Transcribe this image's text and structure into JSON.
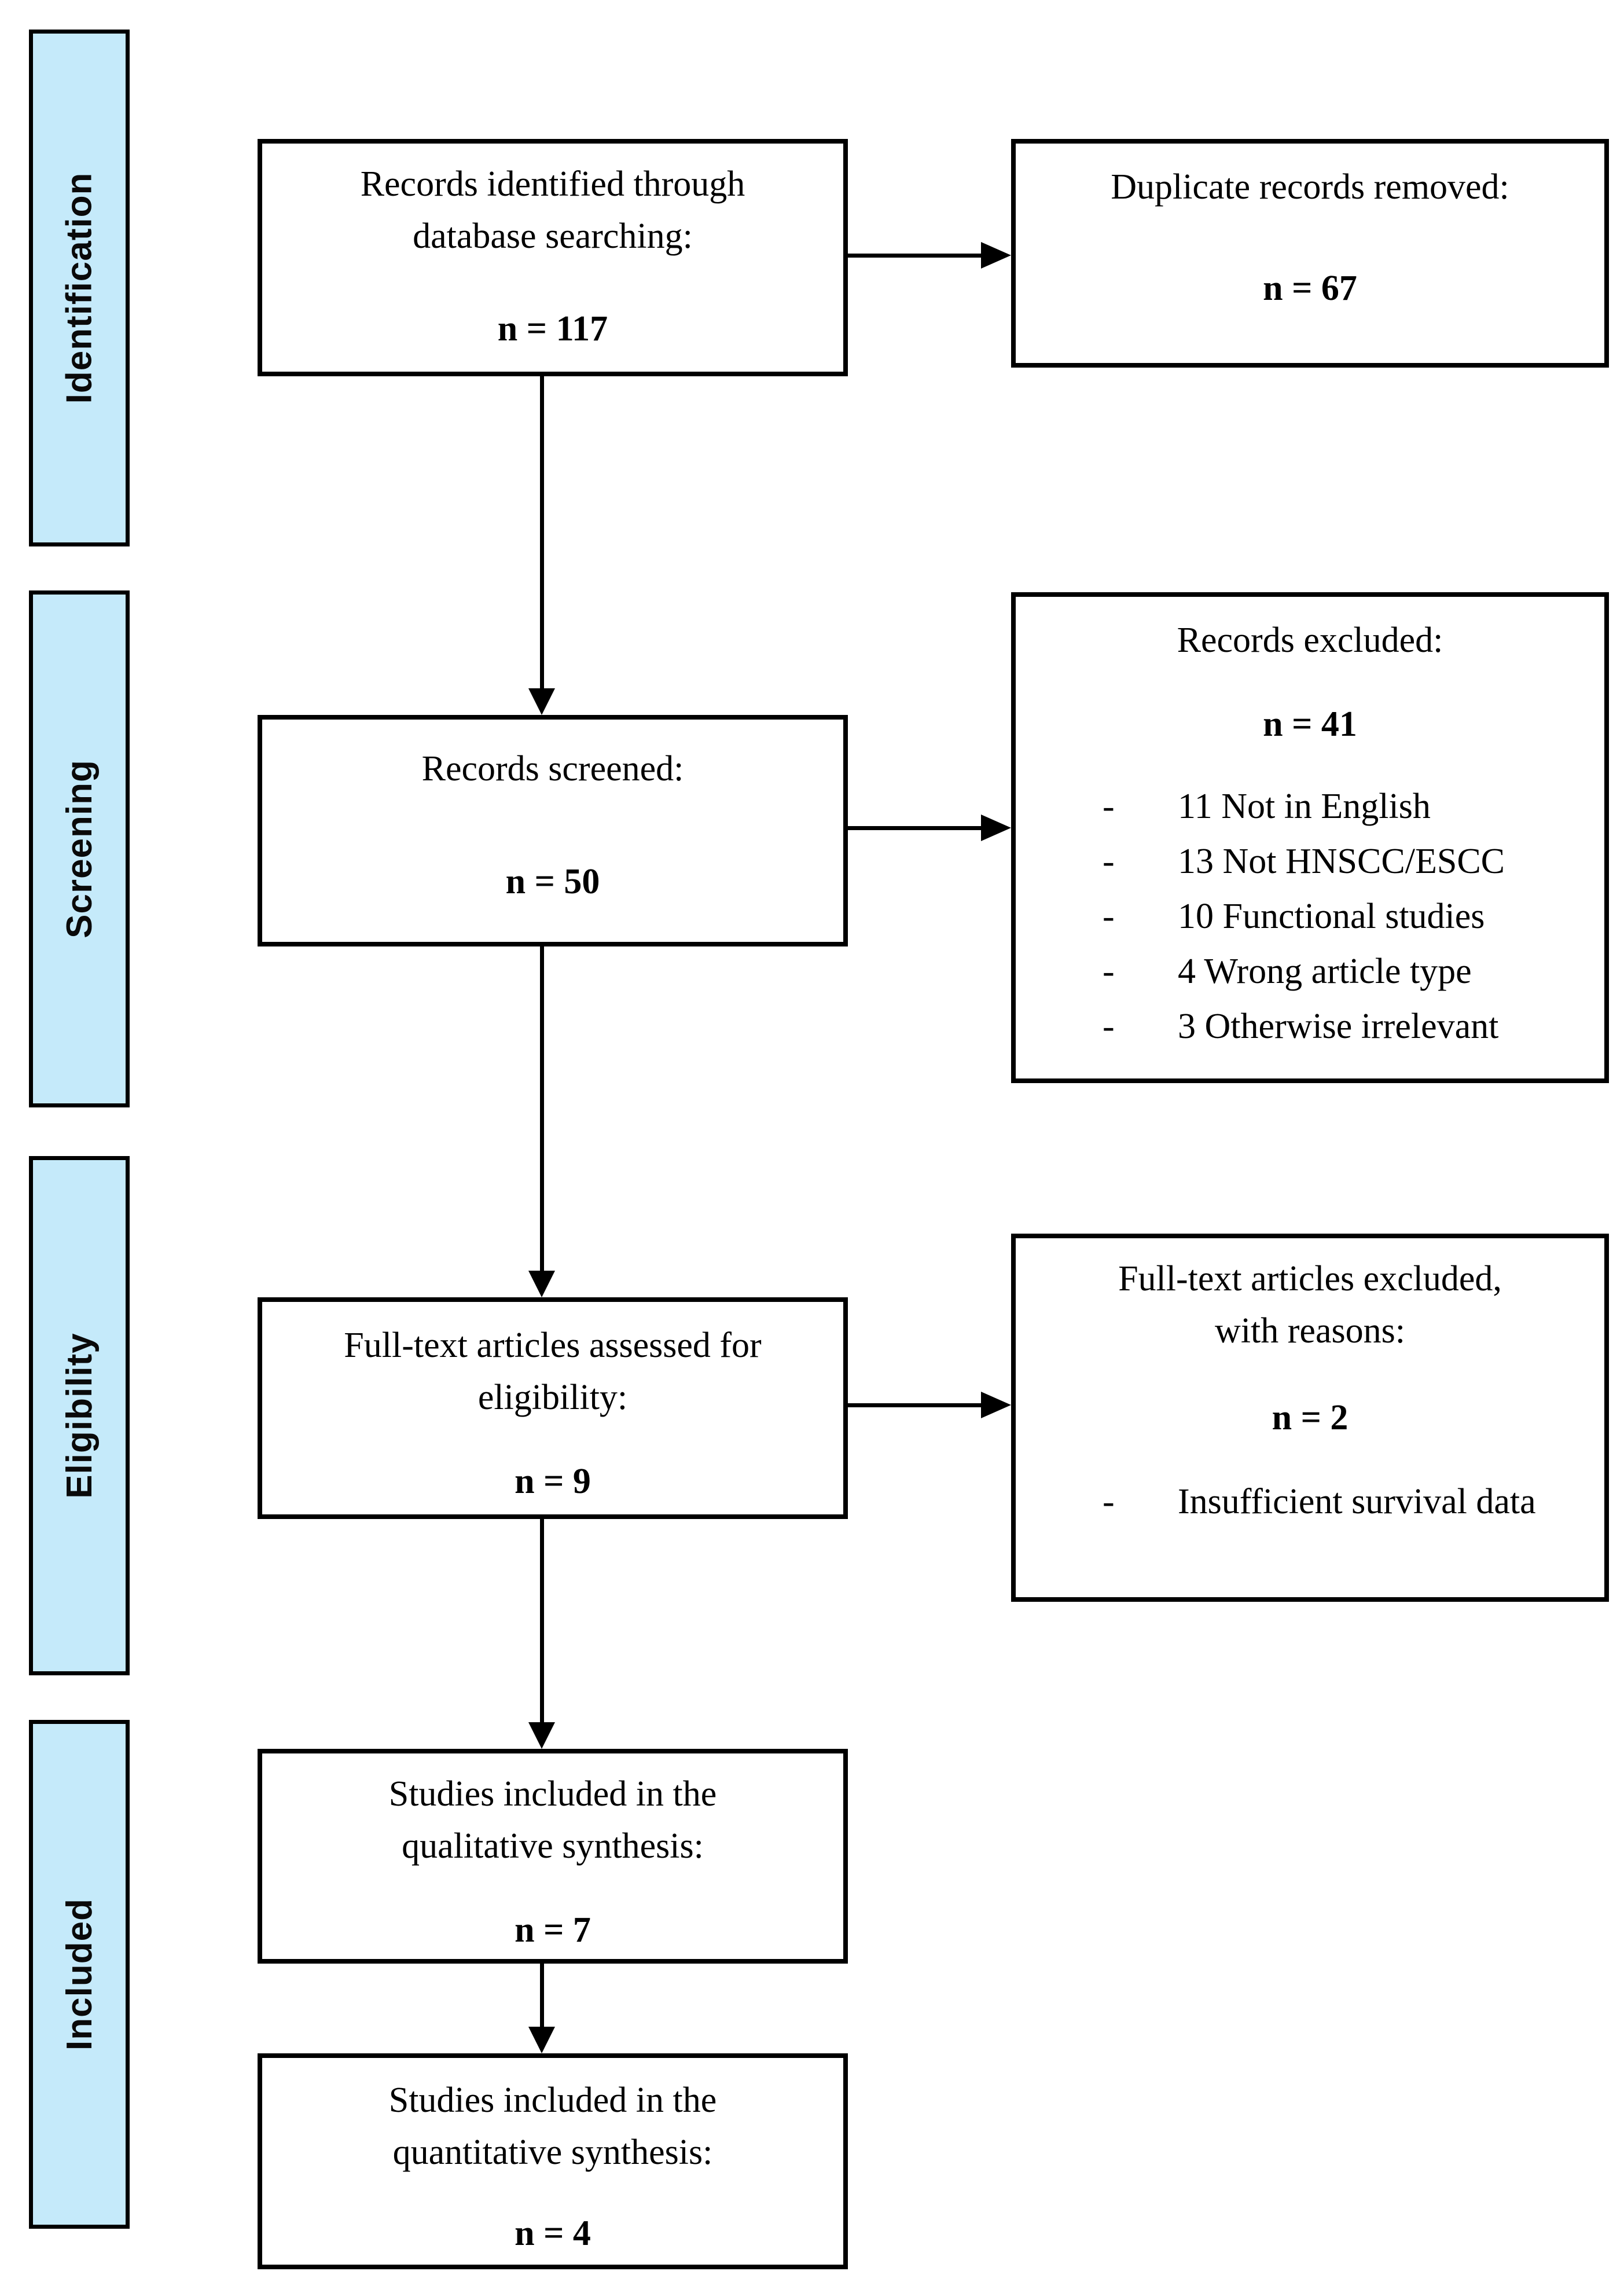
{
  "sidebar": {
    "fill_color": "#c5eafa",
    "stages": [
      {
        "label": "Identification"
      },
      {
        "label": "Screening"
      },
      {
        "label": "Eligibility"
      },
      {
        "label": "Included"
      }
    ]
  },
  "flow": {
    "bullet": "-",
    "identified": {
      "line1": "Records identified through",
      "line2": "database searching:",
      "n_label": "n = 117"
    },
    "duplicates_removed": {
      "line1": "Duplicate records removed:",
      "n_label": "n = 67"
    },
    "screened": {
      "line1": "Records screened:",
      "n_label": "n = 50"
    },
    "records_excluded": {
      "line1": "Records excluded:",
      "n_label": "n = 41",
      "reasons": [
        "11 Not in English",
        "13 Not HNSCC/ESCC",
        "10 Functional studies",
        "4 Wrong article type",
        "3 Otherwise irrelevant"
      ]
    },
    "fulltext_assessed": {
      "line1": "Full-text articles assessed for",
      "line2": "eligibility:",
      "n_label": "n = 9"
    },
    "fulltext_excluded": {
      "line1": "Full-text articles excluded,",
      "line2": "with reasons:",
      "n_label": "n = 2",
      "reasons": [
        "Insufficient survival data"
      ]
    },
    "qualitative_included": {
      "line1": "Studies included in the",
      "line2": "qualitative synthesis:",
      "n_label": "n = 7"
    },
    "quantitative_included": {
      "line1": "Studies included in the",
      "line2": "quantitative synthesis:",
      "n_label": "n = 4"
    }
  }
}
